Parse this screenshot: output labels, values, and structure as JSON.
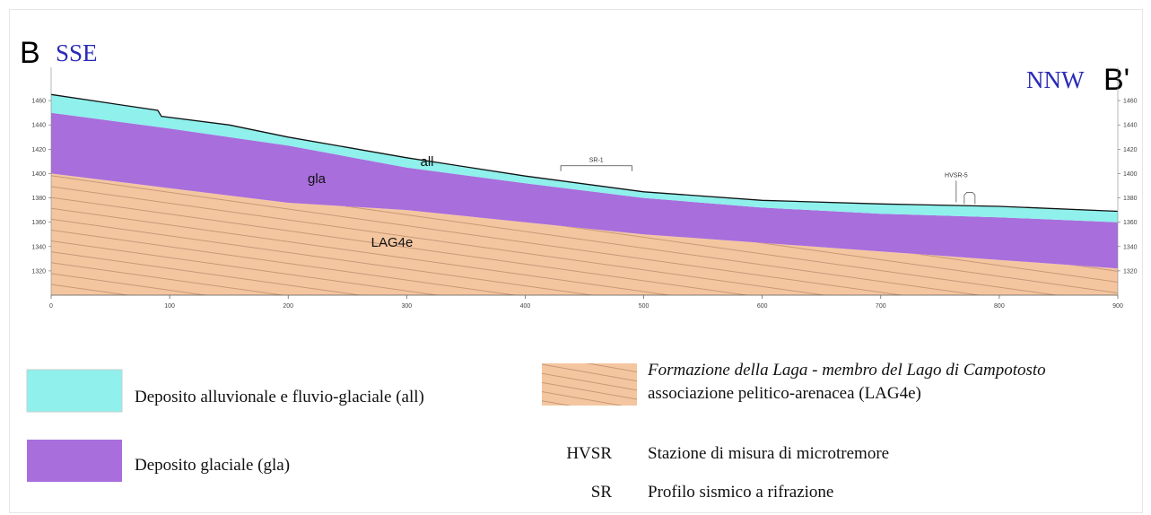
{
  "section": {
    "start_letter": "B",
    "start_direction": "SSE",
    "end_letter": "B'",
    "end_direction": "NNW"
  },
  "axes": {
    "x_ticks": [
      0,
      100,
      200,
      300,
      400,
      500,
      600,
      700,
      800,
      900
    ],
    "y_ticks": [
      1320,
      1340,
      1360,
      1380,
      1400,
      1420,
      1440,
      1460
    ],
    "x_range": [
      0,
      900
    ],
    "y_range": [
      1300,
      1480
    ]
  },
  "layers": {
    "surface": [
      [
        0,
        1465
      ],
      [
        90,
        1452
      ],
      [
        93,
        1447
      ],
      [
        150,
        1440
      ],
      [
        200,
        1430
      ],
      [
        300,
        1413
      ],
      [
        400,
        1398
      ],
      [
        500,
        1385
      ],
      [
        600,
        1378
      ],
      [
        700,
        1375
      ],
      [
        800,
        1373
      ],
      [
        900,
        1369
      ]
    ],
    "all_base": [
      [
        0,
        1450
      ],
      [
        100,
        1437
      ],
      [
        200,
        1423
      ],
      [
        300,
        1405
      ],
      [
        400,
        1392
      ],
      [
        500,
        1380
      ],
      [
        600,
        1372
      ],
      [
        700,
        1367
      ],
      [
        800,
        1364
      ],
      [
        900,
        1360
      ]
    ],
    "gla_base": [
      [
        0,
        1400
      ],
      [
        100,
        1388
      ],
      [
        200,
        1376
      ],
      [
        300,
        1370
      ],
      [
        400,
        1360
      ],
      [
        500,
        1350
      ],
      [
        600,
        1343
      ],
      [
        700,
        1336
      ],
      [
        800,
        1329
      ],
      [
        900,
        1322
      ]
    ],
    "bottom": 1300,
    "labels": {
      "all": "all",
      "gla": "gla",
      "lag": "LAG4e"
    },
    "colors": {
      "all": "#8ff0ec",
      "gla": "#a86edc",
      "lag": "#f4c6a0",
      "hatch": "#b9896a"
    }
  },
  "stations": {
    "sr": {
      "label": "SR-1",
      "x_start": 430,
      "x_end": 490
    },
    "hvsr": {
      "label": "HVSR-5",
      "x": 775
    }
  },
  "legend": {
    "all_text": "Deposito alluvionale e fluvio-glaciale (all)",
    "gla_text": "Deposito glaciale (gla)",
    "lag_line1": "Formazione della Laga - membro del Lago di Campotosto",
    "lag_line2": "associazione pelitico-arenacea (LAG4e)",
    "hvsr_code": "HVSR",
    "hvsr_text": "Stazione di misura di microtremore",
    "sr_code": "SR",
    "sr_text": "Profilo sismico a rifrazione"
  }
}
